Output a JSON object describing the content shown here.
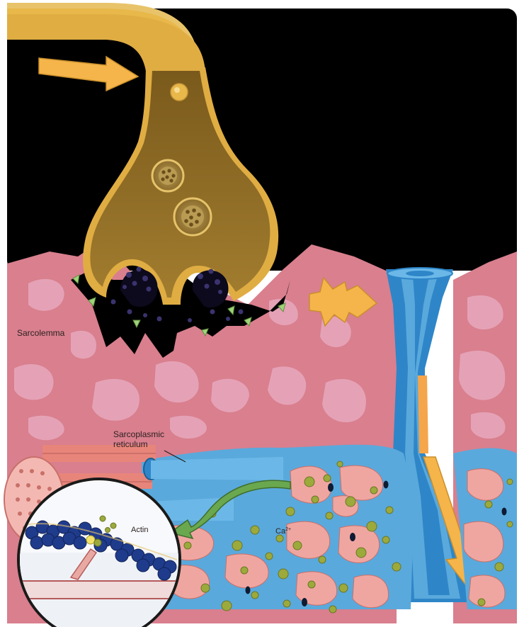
{
  "labels": {
    "sarcolemma": "Sarcolemma",
    "sarcoplasmic_line1": "Sarcoplasmic",
    "sarcoplasmic_line2": "reticulum",
    "actin": "Actin",
    "calcium_base": "Ca",
    "calcium_charge": "2+"
  },
  "colors": {
    "background": "#000000",
    "axon": "#e8b84a",
    "terminal": "#8c6a22",
    "muscle": "#d97f8e",
    "muscle_patch": "#e8a9bd",
    "reticulum": "#5aa9dc",
    "t_tubule": "#2e86c8",
    "vesicle": "#2b2650",
    "calcium": "#9caa3c",
    "arrow": "#f5b54a",
    "green_arrow": "#6aa84f",
    "actin_bead": "#1f3b8c"
  },
  "icons": {
    "impulse_arrow": "arrow-right-icon",
    "action_potential": "starburst-arrow-icon",
    "release_arrow": "curved-arrow-icon",
    "down_arrow": "arrow-down-icon"
  }
}
